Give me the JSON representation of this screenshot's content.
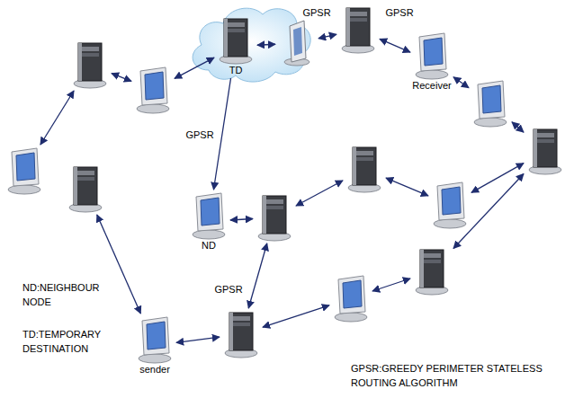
{
  "diagram": {
    "nodes": [
      {
        "text": []
      },
      {
        "text": []
      },
      {
        "text": [
          "TD"
        ]
      },
      {
        "text": []
      },
      {
        "text": []
      },
      {
        "text": [
          "Receiver"
        ]
      },
      {
        "text": []
      },
      {
        "text": []
      },
      {
        "text": []
      },
      {
        "text": []
      },
      {
        "text": []
      },
      {
        "text": []
      },
      {
        "text": [
          "ND"
        ]
      },
      {
        "text": []
      },
      {
        "text": []
      },
      {
        "text": []
      },
      {
        "text": []
      },
      {
        "text": [
          "sender"
        ]
      }
    ],
    "edges": [
      {
        "from": 0,
        "to": 1,
        "arrow": "both"
      },
      {
        "from": 1,
        "to": 2,
        "arrow": "both"
      },
      {
        "from": 2,
        "to": 3,
        "arrow": "both"
      },
      {
        "from": 3,
        "to": 4,
        "arrow": "both",
        "label": "GPSR"
      },
      {
        "from": 4,
        "to": 5,
        "arrow": "both",
        "label": "GPSR"
      },
      {
        "from": 5,
        "to": 6,
        "arrow": "both"
      },
      {
        "from": 6,
        "to": 7,
        "arrow": "both"
      },
      {
        "from": 0,
        "to": 8,
        "arrow": "both"
      },
      {
        "from": 9,
        "to": 17,
        "arrow": "both"
      },
      {
        "from": 17,
        "to": 16,
        "arrow": "both"
      },
      {
        "from": 16,
        "to": 13,
        "arrow": "both",
        "label": "GPSR"
      },
      {
        "from": 13,
        "to": 12,
        "arrow": "both"
      },
      {
        "from": 2,
        "to": 12,
        "arrow": "to",
        "label": "GPSR"
      },
      {
        "from": 13,
        "to": 10,
        "arrow": "both"
      },
      {
        "from": 10,
        "to": 11,
        "arrow": "both"
      },
      {
        "from": 11,
        "to": 7,
        "arrow": "both"
      },
      {
        "from": 16,
        "to": 15,
        "arrow": "both"
      },
      {
        "from": 15,
        "to": 14,
        "arrow": "both"
      },
      {
        "from": 14,
        "to": 7,
        "arrow": "both"
      }
    ],
    "labels": [
      "ND:NEIGHBOUR NODE",
      "TD:TEMPORARY DESTINATION",
      "GPSR:GREEDY PERIMETER STATELESS ROUTING ALGORITHM"
    ]
  }
}
